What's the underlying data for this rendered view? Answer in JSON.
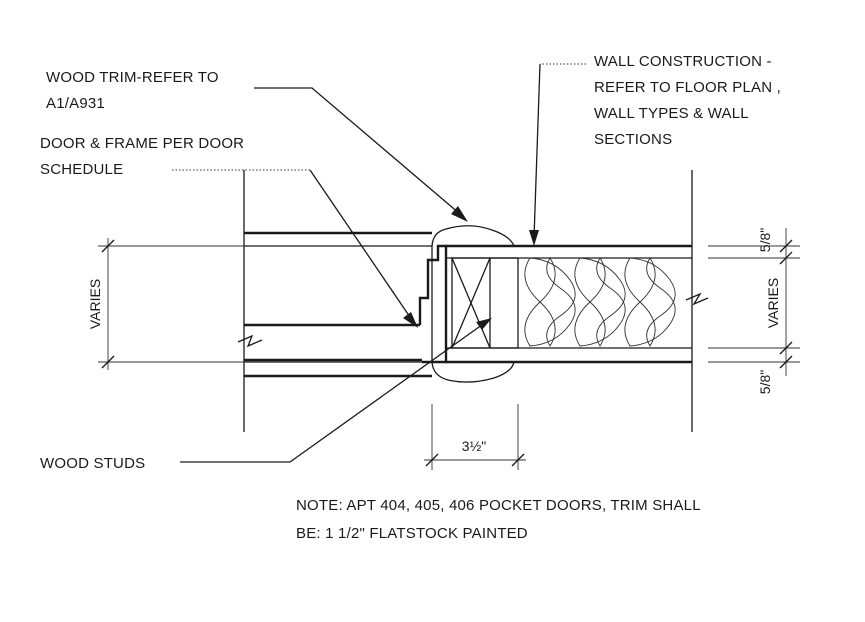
{
  "labels": {
    "wood_trim_1": "WOOD TRIM-REFER TO",
    "wood_trim_2": "A1/A931",
    "door_frame_1": "DOOR & FRAME PER DOOR",
    "door_frame_2": "SCHEDULE",
    "wall_constr_1": "WALL CONSTRUCTION -",
    "wall_constr_2": "REFER TO FLOOR PLAN ,",
    "wall_constr_3": "WALL TYPES & WALL",
    "wall_constr_4": "SECTIONS",
    "wood_studs": "WOOD STUDS",
    "note_1": "NOTE: APT 404, 405, 406 POCKET DOORS, TRIM SHALL",
    "note_2": "BE: 1 1/2\" FLATSTOCK PAINTED"
  },
  "dimensions": {
    "varies_left": "VARIES",
    "varies_right": "VARIES",
    "gyp_top": "5/8\"",
    "gyp_bottom": "5/8\"",
    "stud_width": "3½\""
  }
}
